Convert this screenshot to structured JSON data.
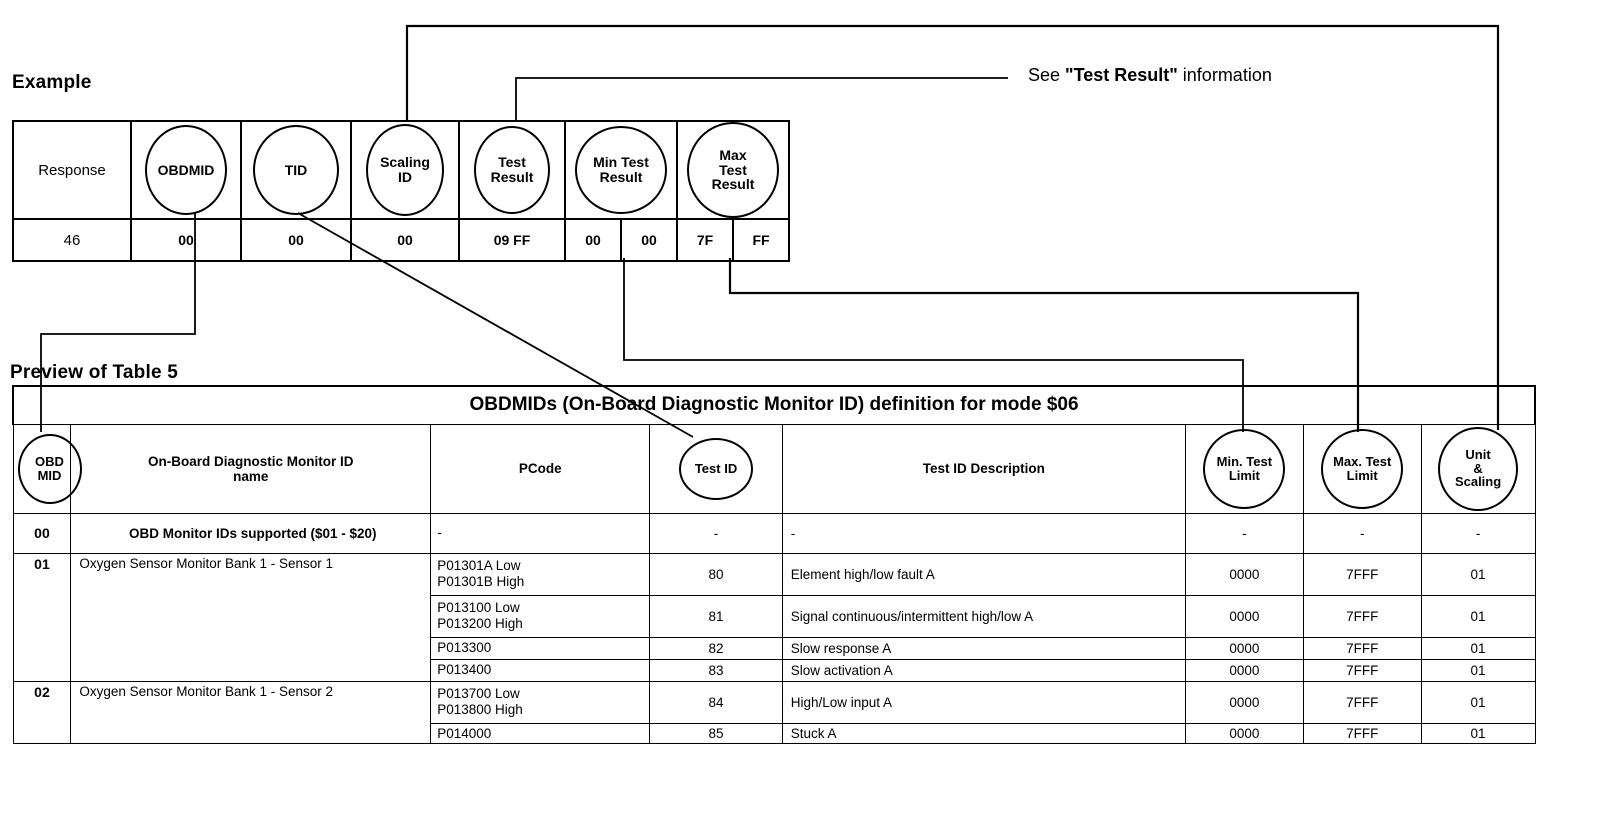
{
  "sections": {
    "example_label": "Example",
    "preview_label": "Preview of Table 5"
  },
  "annotation": {
    "see_prefix": "See ",
    "see_quoted": "\"Test Result\"",
    "see_suffix": " information"
  },
  "example_table": {
    "headers": [
      {
        "label": "Response",
        "shape": "plain"
      },
      {
        "label": "OBDMID",
        "shape": "ellipse"
      },
      {
        "label": "TID",
        "shape": "ellipse"
      },
      {
        "label": "Scaling\nID",
        "shape": "ellipse"
      },
      {
        "label": "Test\nResult",
        "shape": "ellipse"
      },
      {
        "label": "Min Test\nResult",
        "shape": "ellipse"
      },
      {
        "label": "Max\nTest\nResult",
        "shape": "ellipse"
      }
    ],
    "values": [
      {
        "text": "46",
        "split": false
      },
      {
        "text": "00",
        "split": false
      },
      {
        "text": "00",
        "split": false
      },
      {
        "text": "00",
        "split": false
      },
      {
        "text": "09 FF",
        "split": false
      },
      {
        "bytes": [
          "00",
          "00"
        ],
        "split": true
      },
      {
        "bytes": [
          "7F",
          "FF"
        ],
        "split": true
      }
    ]
  },
  "preview_table": {
    "title": "OBDMIDs (On-Board Diagnostic Monitor ID) definition for mode $06",
    "headers": [
      {
        "label": "OBD\nMID",
        "shape": "ellipse"
      },
      {
        "label": "On-Board Diagnostic Monitor ID\nname",
        "shape": "plain"
      },
      {
        "label": "PCode",
        "shape": "plain"
      },
      {
        "label": "Test ID",
        "shape": "ellipse"
      },
      {
        "label": "Test ID Description",
        "shape": "plain"
      },
      {
        "label": "Min. Test\nLimit",
        "shape": "ellipse"
      },
      {
        "label": "Max. Test\nLimit",
        "shape": "ellipse"
      },
      {
        "label": "Unit\n&\nScaling",
        "shape": "ellipse"
      }
    ],
    "rows": [
      {
        "mid": "00",
        "mid_rowspan": 1,
        "name": "OBD Monitor IDs supported ($01 - $20)",
        "name_bold": true,
        "name_rowspan": 1,
        "pcode": "-",
        "tid": "-",
        "desc": "-",
        "min_limit": "-",
        "max_limit": "-",
        "unit": "-",
        "height": 40
      },
      {
        "mid": "01",
        "mid_rowspan": 4,
        "name": "Oxygen Sensor Monitor Bank 1 - Sensor 1",
        "name_bold": false,
        "name_rowspan": 4,
        "pcode": "P01301A Low\nP01301B High",
        "tid": "80",
        "desc": "Element high/low fault A",
        "min_limit": "0000",
        "max_limit": "7FFF",
        "unit": "01",
        "height": 42
      },
      {
        "pcode": "P013100 Low\nP013200 High",
        "tid": "81",
        "desc": "Signal continuous/intermittent high/low A",
        "min_limit": "0000",
        "max_limit": "7FFF",
        "unit": "01",
        "height": 42
      },
      {
        "pcode": "P013300",
        "tid": "82",
        "desc": "Slow response A",
        "min_limit": "0000",
        "max_limit": "7FFF",
        "unit": "01",
        "height": 22
      },
      {
        "pcode": "P013400",
        "tid": "83",
        "desc": "Slow activation A",
        "min_limit": "0000",
        "max_limit": "7FFF",
        "unit": "01",
        "height": 22
      },
      {
        "mid": "02",
        "mid_rowspan": 2,
        "name": "Oxygen Sensor Monitor Bank 1 - Sensor 2",
        "name_bold": false,
        "name_rowspan": 2,
        "pcode": "P013700 Low\nP013800 High",
        "tid": "84",
        "desc": "High/Low input A",
        "min_limit": "0000",
        "max_limit": "7FFF",
        "unit": "01",
        "height": 42
      },
      {
        "pcode": "P014000",
        "tid": "85",
        "desc": "Stuck A",
        "min_limit": "0000",
        "max_limit": "7FFF",
        "unit": "01",
        "height": 18,
        "clipped": true
      }
    ]
  },
  "colors": {
    "ink": "#000000",
    "paper": "#ffffff"
  }
}
